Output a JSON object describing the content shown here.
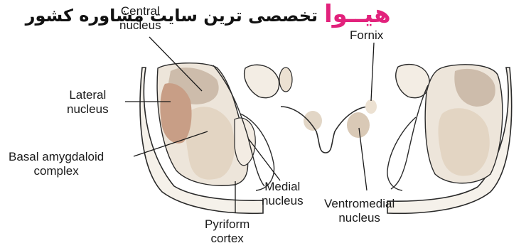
{
  "watermark": {
    "brand": "هیــوا",
    "tagline": "تخصصی ترین سایت مشاوره کشور"
  },
  "labels": {
    "central": [
      "Central",
      "nucleus"
    ],
    "fornix": [
      "Fornix"
    ],
    "lateral": [
      "Lateral",
      "nucleus"
    ],
    "basal": [
      "Basal amygdaloid",
      "complex"
    ],
    "medial": [
      "Medial",
      "nucleus"
    ],
    "ventromedial": [
      "Ventromedial",
      "nucleus"
    ],
    "pyriform": [
      "Pyriform",
      "cortex"
    ]
  },
  "colors": {
    "outline": "#2a2a2a",
    "tissue_light": "#f1ebe3",
    "tissue_mid": "#e2d6c6",
    "nucleus_tan": "#d6c3ae",
    "nucleus_shade": "#c9b6a6",
    "lateral_fill": "#c89e86",
    "watermark_pink": "#e2227c"
  }
}
